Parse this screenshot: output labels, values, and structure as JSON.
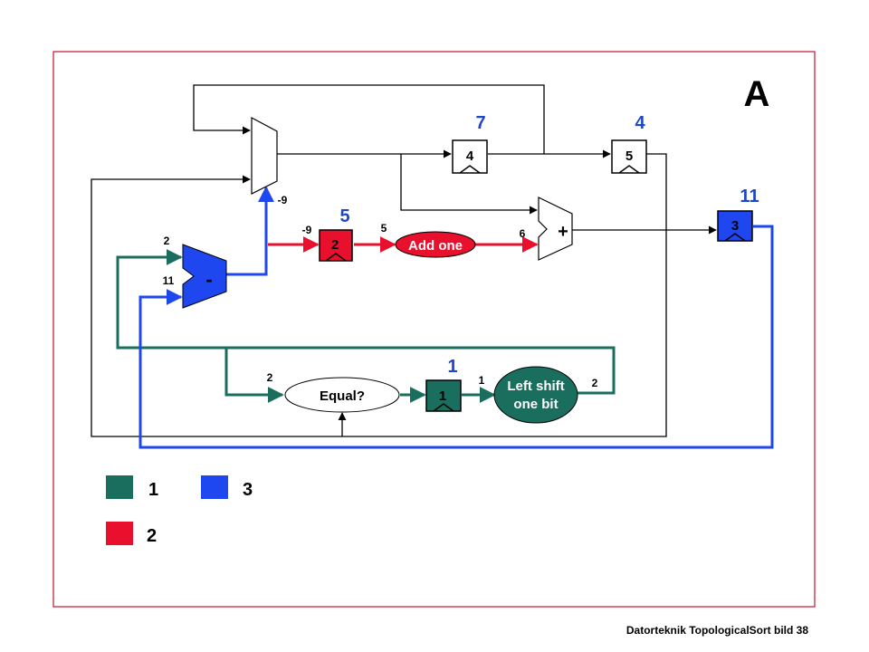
{
  "page_letter": "A",
  "colors": {
    "group1": "#1a6e5e",
    "group2": "#e8102c",
    "group3": "#1e47f0",
    "annotation": "#1e47c8",
    "frame": "#c8102e"
  },
  "registers": {
    "r4": {
      "label": "4",
      "annotation": "7"
    },
    "r5": {
      "label": "5",
      "annotation": "4"
    },
    "r3": {
      "label": "3",
      "annotation": "11"
    },
    "r2": {
      "label": "2",
      "annotation": "5"
    },
    "r1": {
      "label": "1",
      "annotation": "1"
    }
  },
  "ops": {
    "add_one": "Add one",
    "left_shift_line1": "Left shift",
    "left_shift_line2": "one bit",
    "equal": "Equal?",
    "adder": "+",
    "subtractor": "-"
  },
  "wire_values": {
    "mux_out": "-9",
    "r2_in": "-9",
    "add_in": "5",
    "adder_in": "6",
    "sub_in_top": "2",
    "sub_in_bottom": "11",
    "equal_in": "2",
    "shift_in": "1",
    "shift_out": "2"
  },
  "legend": [
    {
      "label": "1",
      "color": "#1a6e5e"
    },
    {
      "label": "3",
      "color": "#1e47f0"
    },
    {
      "label": "2",
      "color": "#e8102c"
    }
  ],
  "footer": "Datorteknik TopologicalSort bild 38"
}
